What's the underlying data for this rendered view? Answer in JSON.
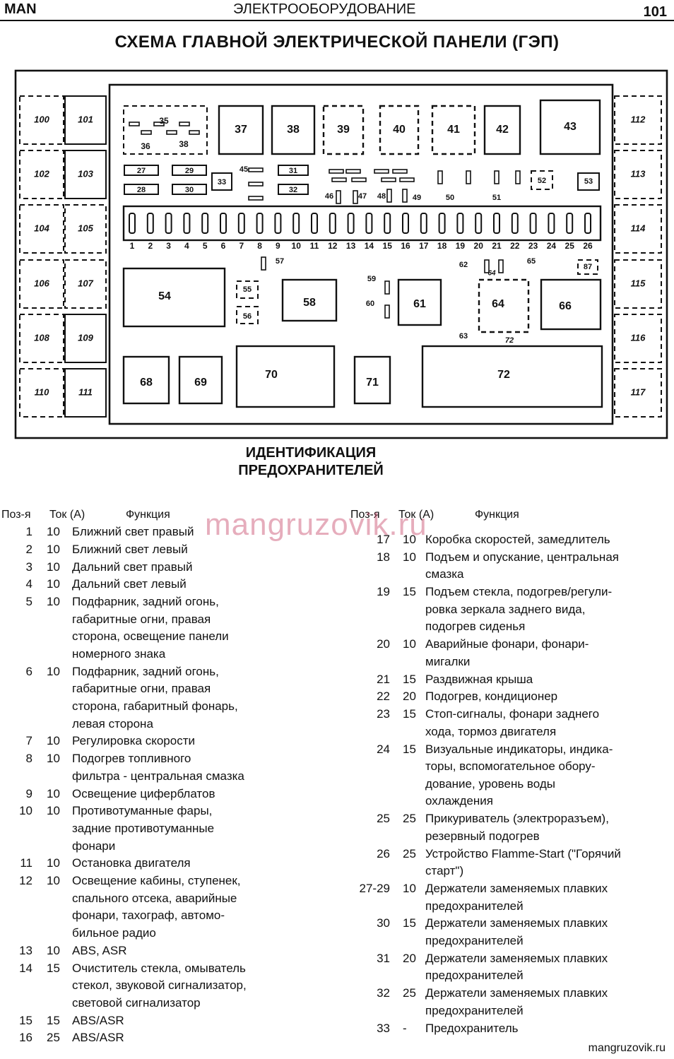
{
  "header": {
    "left": "MAN",
    "center": "ЭЛЕКТРООБОРУДОВАНИЕ",
    "page": "101"
  },
  "title": "СХЕМА ГЛАВНОЙ ЭЛЕКТРИЧЕСКОЙ ПАНЕЛИ (ГЭП)",
  "diagram": {
    "side_blocks": [
      "100",
      "101",
      "102",
      "103",
      "104",
      "105",
      "106",
      "107",
      "108",
      "109",
      "110",
      "111",
      "112",
      "113",
      "114",
      "115",
      "116",
      "117"
    ],
    "fuse_numbers": [
      "1",
      "2",
      "3",
      "4",
      "5",
      "6",
      "7",
      "8",
      "9",
      "10",
      "11",
      "12",
      "13",
      "14",
      "15",
      "16",
      "17",
      "18",
      "19",
      "20",
      "21",
      "22",
      "23",
      "24",
      "25",
      "26"
    ],
    "relays": [
      "35",
      "36",
      "37",
      "38",
      "39",
      "40",
      "41",
      "42",
      "43",
      "54",
      "58",
      "61",
      "64",
      "66",
      "68",
      "69",
      "70",
      "71",
      "72"
    ],
    "holders": [
      "27",
      "28",
      "29",
      "30",
      "31",
      "32",
      "33",
      "52",
      "53",
      "55",
      "56",
      "87"
    ],
    "small_labels": [
      "45",
      "46",
      "47",
      "48",
      "49",
      "50",
      "51",
      "57",
      "59",
      "60",
      "62",
      "63",
      "65",
      "64",
      "72"
    ]
  },
  "subtitle": [
    "ИДЕНТИФИКАЦИЯ",
    "ПРЕДОХРАНИТЕЛЕЙ"
  ],
  "table_headers": {
    "pos": "Поз-я",
    "current": "Ток (А)",
    "function": "Функция"
  },
  "left_rows": [
    {
      "pos": "1",
      "amp": "10",
      "text": "Ближний свет правый"
    },
    {
      "pos": "2",
      "amp": "10",
      "text": "Ближний свет левый"
    },
    {
      "pos": "3",
      "amp": "10",
      "text": "Дальний свет правый"
    },
    {
      "pos": "4",
      "amp": "10",
      "text": "Дальний свет левый"
    },
    {
      "pos": "5",
      "amp": "10",
      "text": "Подфарник, задний огонь,\nгабаритные огни, правая\nсторона, освещение панели\nномерного знака"
    },
    {
      "pos": "6",
      "amp": "10",
      "text": "Подфарник, задний огонь,\nгабаритные огни, правая\nсторона, габаритный фонарь,\nлевая сторона"
    },
    {
      "pos": "7",
      "amp": "10",
      "text": "Регулировка скорости"
    },
    {
      "pos": "8",
      "amp": "10",
      "text": "Подогрев топливного\nфильтра - центральная смазка"
    },
    {
      "pos": "9",
      "amp": "10",
      "text": "Освещение циферблатов"
    },
    {
      "pos": "10",
      "amp": "10",
      "text": "Противотуманные фары,\nзадние противотуманные\nфонари"
    },
    {
      "pos": "11",
      "amp": "10",
      "text": "Остановка двигателя"
    },
    {
      "pos": "12",
      "amp": "10",
      "text": "Освещение кабины, ступенек,\nспального отсека, аварийные\nфонари, тахограф, автомо-\nбильное радио"
    },
    {
      "pos": "13",
      "amp": "10",
      "text": "ABS, ASR"
    },
    {
      "pos": "14",
      "amp": "15",
      "text": "Очиститель стекла, омыватель\nстекол, звуковой сигнализатор,\nсветовой сигнализатор"
    },
    {
      "pos": "15",
      "amp": "15",
      "text": "ABS/ASR"
    },
    {
      "pos": "16",
      "amp": "25",
      "text": "ABS/ASR"
    }
  ],
  "right_rows": [
    {
      "pos": "17",
      "amp": "10",
      "text": "Коробка скоростей, замедлитель"
    },
    {
      "pos": "18",
      "amp": "10",
      "text": "Подъем и опускание, центральная\nсмазка"
    },
    {
      "pos": "19",
      "amp": "15",
      "text": "Подъем стекла, подогрев/регули-\nровка зеркала заднего вида,\nподогрев сиденья"
    },
    {
      "pos": "20",
      "amp": "10",
      "text": "Аварийные фонари, фонари-\nмигалки"
    },
    {
      "pos": "21",
      "amp": "15",
      "text": "Раздвижная крыша"
    },
    {
      "pos": "22",
      "amp": "20",
      "text": "Подогрев, кондиционер"
    },
    {
      "pos": "23",
      "amp": "15",
      "text": "Стоп-сигналы, фонари заднего\nхода, тормоз двигателя"
    },
    {
      "pos": "24",
      "amp": "15",
      "text": "Визуальные индикаторы, индика-\nторы, вспомогательное обору-\nдование, уровень воды\nохлаждения"
    },
    {
      "pos": "25",
      "amp": "25",
      "text": "Прикуриватель (электроразъем),\nрезервный подогрев"
    },
    {
      "pos": "26",
      "amp": "25",
      "text": "Устройство Flamme-Start (\"Горячий\nстарт\")"
    },
    {
      "pos": "27-29",
      "amp": "10",
      "text": "Держатели заменяемых плавких\nпредохранителей"
    },
    {
      "pos": "30",
      "amp": "15",
      "text": "Держатели заменяемых плавких\nпредохранителей"
    },
    {
      "pos": "31",
      "amp": "20",
      "text": "Держатели заменяемых плавких\nпредохранителей"
    },
    {
      "pos": "32",
      "amp": "25",
      "text": "Держатели заменяемых плавких\nпредохранителей"
    },
    {
      "pos": "33",
      "amp": "-",
      "text": "Предохранитель"
    }
  ],
  "watermark": "mangruzovik.ru",
  "watermark_footer": "mangruzovik.ru"
}
